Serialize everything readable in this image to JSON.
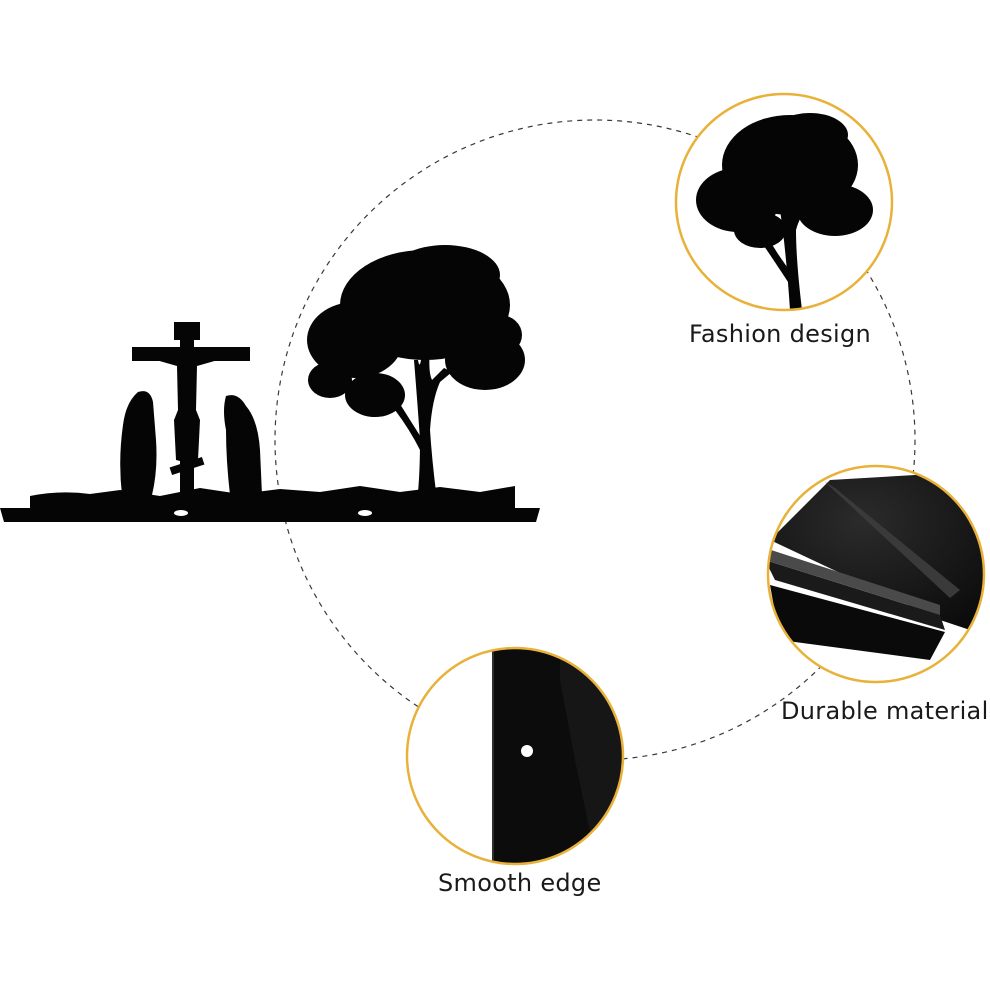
{
  "features": [
    {
      "label": "Fashion design",
      "icon": "tree-closeup-icon"
    },
    {
      "label": "Durable material",
      "icon": "metal-corner-closeup-icon"
    },
    {
      "label": "Smooth edge",
      "icon": "metal-edge-closeup-icon"
    }
  ],
  "colors": {
    "accent_ring": "#e8b23a",
    "silhouette": "#050505",
    "dashed_circle": "#3a3a3a",
    "text": "#1a1a1a"
  }
}
